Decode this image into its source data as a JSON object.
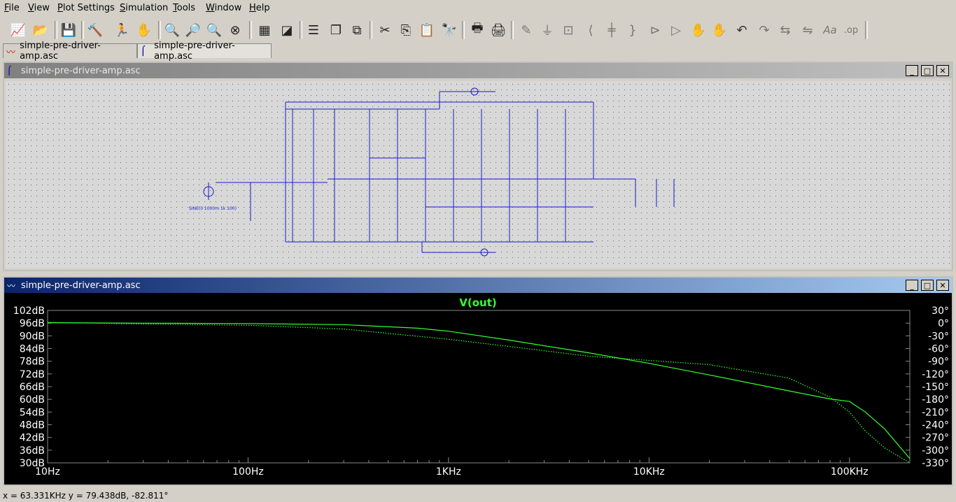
{
  "menu": [
    {
      "label": "File",
      "hot": "F",
      "rest": "ile"
    },
    {
      "label": "View",
      "hot": "V",
      "rest": "iew"
    },
    {
      "label": "Plot Settings",
      "hot": "P",
      "rest": "lot Settings"
    },
    {
      "label": "Simulation",
      "hot": "S",
      "rest": "imulation"
    },
    {
      "label": "Tools",
      "hot": "T",
      "rest": "ools"
    },
    {
      "label": "Window",
      "hot": "W",
      "rest": "indow"
    },
    {
      "label": "Help",
      "hot": "H",
      "rest": "elp"
    }
  ],
  "tabs": [
    {
      "label": "simple-pre-driver-amp.asc",
      "icon": "waveform-icon"
    },
    {
      "label": "simple-pre-driver-amp.asc",
      "icon": "schematic-icon"
    }
  ],
  "schematic_window": {
    "title": "simple-pre-driver-amp.asc",
    "source_label": "SINE(0 1000m 1k 100)"
  },
  "plot_window": {
    "title": "simple-pre-driver-amp.asc",
    "trace_name": "V(out)",
    "trace_color": "#33ff33",
    "background": "#000000"
  },
  "chart_data": {
    "type": "line",
    "title": "V(out)",
    "x_scale": "log",
    "xlim": [
      10,
      200000
    ],
    "x_ticks": [
      {
        "v": 10,
        "label": "10Hz"
      },
      {
        "v": 100,
        "label": "100Hz"
      },
      {
        "v": 1000,
        "label": "1KHz"
      },
      {
        "v": 10000,
        "label": "10KHz"
      },
      {
        "v": 100000,
        "label": "100KHz"
      }
    ],
    "ylim": [
      30,
      102
    ],
    "y_ticks": [
      "102dB",
      "96dB",
      "90dB",
      "84dB",
      "78dB",
      "72dB",
      "66dB",
      "60dB",
      "54dB",
      "48dB",
      "42dB",
      "36dB",
      "30dB"
    ],
    "y_tick_values": [
      102,
      96,
      90,
      84,
      78,
      72,
      66,
      60,
      54,
      48,
      42,
      36,
      30
    ],
    "y2lim": [
      -330,
      30
    ],
    "y2_ticks": [
      "30°",
      "0°",
      "-30°",
      "-60°",
      "-90°",
      "-120°",
      "-150°",
      "-180°",
      "-210°",
      "-240°",
      "-270°",
      "-300°",
      "-330°"
    ],
    "y2_tick_values": [
      30,
      0,
      -30,
      -60,
      -90,
      -120,
      -150,
      -180,
      -210,
      -240,
      -270,
      -300,
      -330
    ],
    "series": [
      {
        "name": "magnitude",
        "axis": "left",
        "style": "solid",
        "x": [
          10,
          30,
          100,
          300,
          700,
          1000,
          2000,
          5000,
          10000,
          20000,
          50000,
          80000,
          100000,
          120000,
          150000,
          200000
        ],
        "y": [
          96.2,
          96,
          95.8,
          95.3,
          93.6,
          92.2,
          88,
          82,
          77,
          71.5,
          64,
          60.2,
          59,
          54,
          46,
          32
        ]
      },
      {
        "name": "phase",
        "axis": "right",
        "style": "dotted",
        "x": [
          10,
          30,
          100,
          300,
          1000,
          2000,
          5000,
          10000,
          20000,
          50000,
          80000,
          100000,
          120000,
          150000,
          200000
        ],
        "y": [
          2,
          -2,
          -5,
          -14,
          -38,
          -55,
          -78,
          -88,
          -98,
          -130,
          -175,
          -210,
          -255,
          -295,
          -330
        ]
      }
    ]
  },
  "status_text": "x = 63.331KHz     y = 79.438dB, -82.811°"
}
